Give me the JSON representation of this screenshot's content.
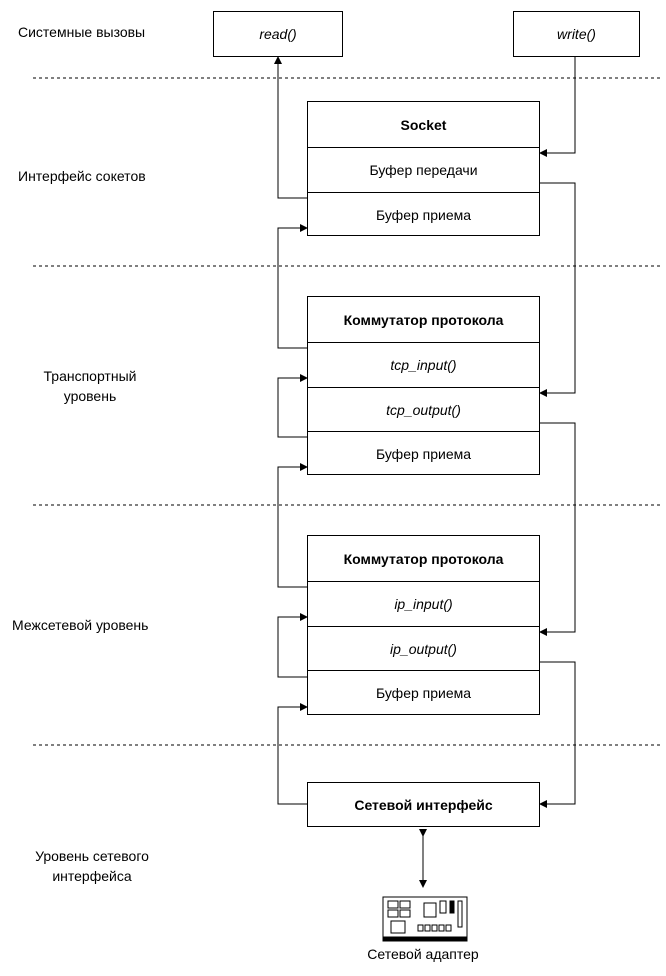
{
  "layers": [
    {
      "label": "Системные вызовы"
    },
    {
      "label": "Интерфейс сокетов"
    },
    {
      "label": "Транспортный уровень"
    },
    {
      "label": "Межсетевой уровень"
    },
    {
      "label": "Уровень сетевого интерфейса"
    }
  ],
  "syscalls": {
    "read": "read()",
    "write": "write()"
  },
  "socket": {
    "title": "Socket",
    "send_buffer": "Буфер передачи",
    "recv_buffer": "Буфер приема"
  },
  "transport": {
    "title": "Коммутатор протокола",
    "input": "tcp_input()",
    "output": "tcp_output()",
    "recv_buffer": "Буфер приема"
  },
  "network": {
    "title": "Коммутатор протокола",
    "input": "ip_input()",
    "output": "ip_output()",
    "recv_buffer": "Буфер приема"
  },
  "netif": {
    "title": "Сетевой интерфейс"
  },
  "adapter": {
    "label": "Сетевой адаптер",
    "icon": "network-card-icon"
  }
}
